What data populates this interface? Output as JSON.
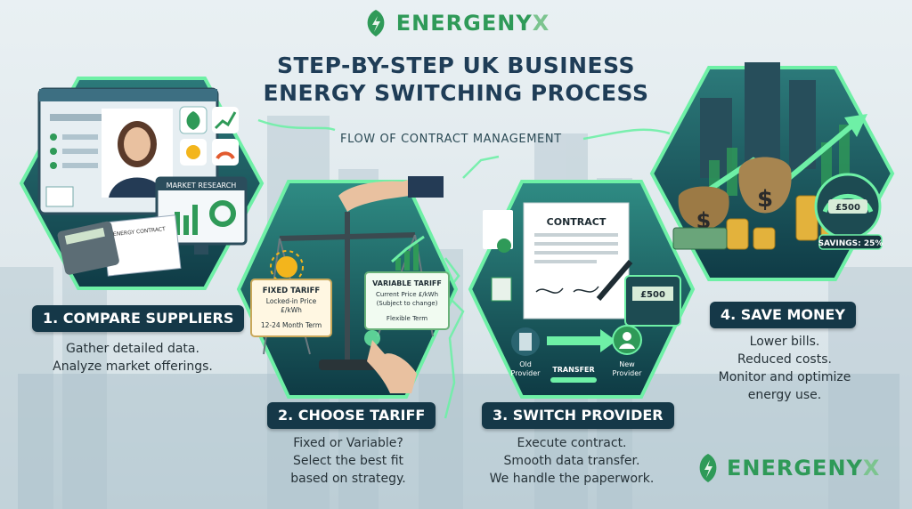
{
  "brand": {
    "name_main": "ENERGENY",
    "name_accent": "X"
  },
  "title": {
    "line1": "STEP-BY-STEP UK BUSINESS",
    "line2": "ENERGY SWITCHING PROCESS"
  },
  "flow_label": "FLOW OF CONTRACT MANAGEMENT",
  "colors": {
    "brand_green": "#2f9a58",
    "glow": "#6ef0a6",
    "panel_dark": "#153848",
    "hex_teal": "#1f5f66"
  },
  "steps": [
    {
      "label": "1. COMPARE SUPPLIERS",
      "desc": [
        "Gather detailed data.",
        "Analyze market offerings."
      ],
      "icons": [
        "user-avatar-icon",
        "leaf-icon",
        "bar-chart-icon",
        "sun-icon",
        "gauge-icon",
        "calculator-icon"
      ],
      "art": {
        "monitor_heading": "MARKET RESEARCH",
        "document_heading": "ENERGY CONTRACT"
      }
    },
    {
      "label": "2. CHOOSE TARIFF",
      "desc": [
        "Fixed or Variable?",
        "Select the best fit",
        "based on strategy."
      ],
      "icons": [
        "hand-icon",
        "balance-scale-icon",
        "sun-icon",
        "growth-chart-icon",
        "pointing-hand-icon"
      ],
      "art": {
        "fixed": {
          "title": "FIXED TARIFF",
          "line1": "Locked-in Price",
          "line2": "£/kWh",
          "line3": "12-24 Month Term"
        },
        "variable": {
          "title": "VARIABLE TARIFF",
          "line1": "Current Price £/kWh",
          "line2": "(Subject to change)",
          "line3": "Flexible Term"
        }
      }
    },
    {
      "label": "3. SWITCH PROVIDER",
      "desc": [
        "Execute contract.",
        "Smooth data transfer.",
        "We handle the paperwork."
      ],
      "icons": [
        "document-icon",
        "contract-icon",
        "pen-icon",
        "meter-icon",
        "building-icon",
        "arrow-right-icon",
        "person-icon"
      ],
      "art": {
        "contract_heading": "CONTRACT",
        "meter_value": "£500",
        "old": [
          "Old",
          "Provider"
        ],
        "transfer": "TRANSFER",
        "new": [
          "New",
          "Provider"
        ]
      }
    },
    {
      "label": "4. SAVE MONEY",
      "desc": [
        "Lower bills.",
        "Reduced costs.",
        "Monitor and optimize",
        "energy use."
      ],
      "icons": [
        "money-bag-icon",
        "coin-stack-icon",
        "cash-bundle-icon",
        "trend-up-arrow-icon",
        "savings-gauge-icon"
      ],
      "art": {
        "gauge_value": "£500",
        "savings": "SAVINGS: 25%"
      }
    }
  ]
}
